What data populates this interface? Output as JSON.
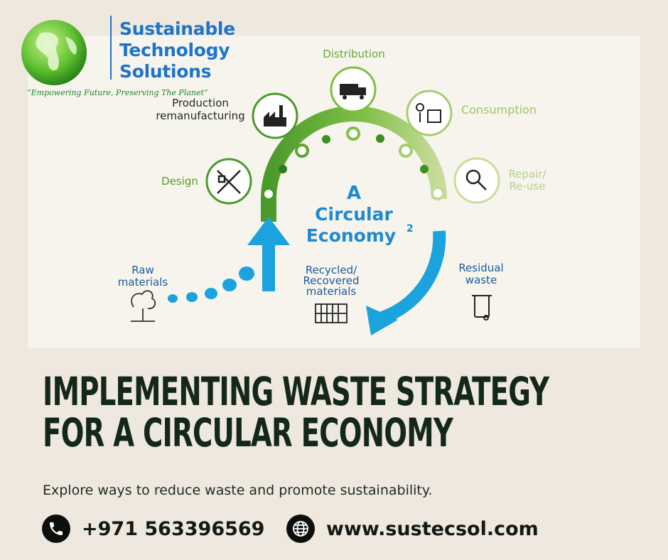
{
  "brand": {
    "name_lines": [
      "Sustainable",
      "Technology",
      "Solutions"
    ],
    "tagline": "“Empowering Future, Preserving The Planet”"
  },
  "diagram": {
    "center_title": [
      "A",
      "Circular",
      "Economy"
    ],
    "center_superscript": "2",
    "stages": {
      "distribution": "Distribution",
      "production": [
        "Production",
        "remanufacturing"
      ],
      "consumption": "Consumption",
      "design": "Design",
      "repair": [
        "Repair/",
        "Re-use"
      ],
      "raw": [
        "Raw",
        "materials"
      ],
      "recycled": [
        "Recycled/",
        "Recovered",
        "materials"
      ],
      "residual": [
        "Residual",
        "waste"
      ]
    },
    "colors": {
      "green_dark": "#4a9a2a",
      "green_light": "#a9cc6e",
      "blue": "#1aa3dd",
      "label_green": "#6aa53a"
    }
  },
  "headline": [
    "IMPLEMENTING WASTE STRATEGY",
    "FOR A CIRCULAR ECONOMY"
  ],
  "subline": "Explore ways to reduce waste and promote sustainability.",
  "contact": {
    "phone": "+971 563396569",
    "website": "www.sustecsol.com",
    "phone_icon": "phone-icon",
    "web_icon": "globe-icon"
  }
}
